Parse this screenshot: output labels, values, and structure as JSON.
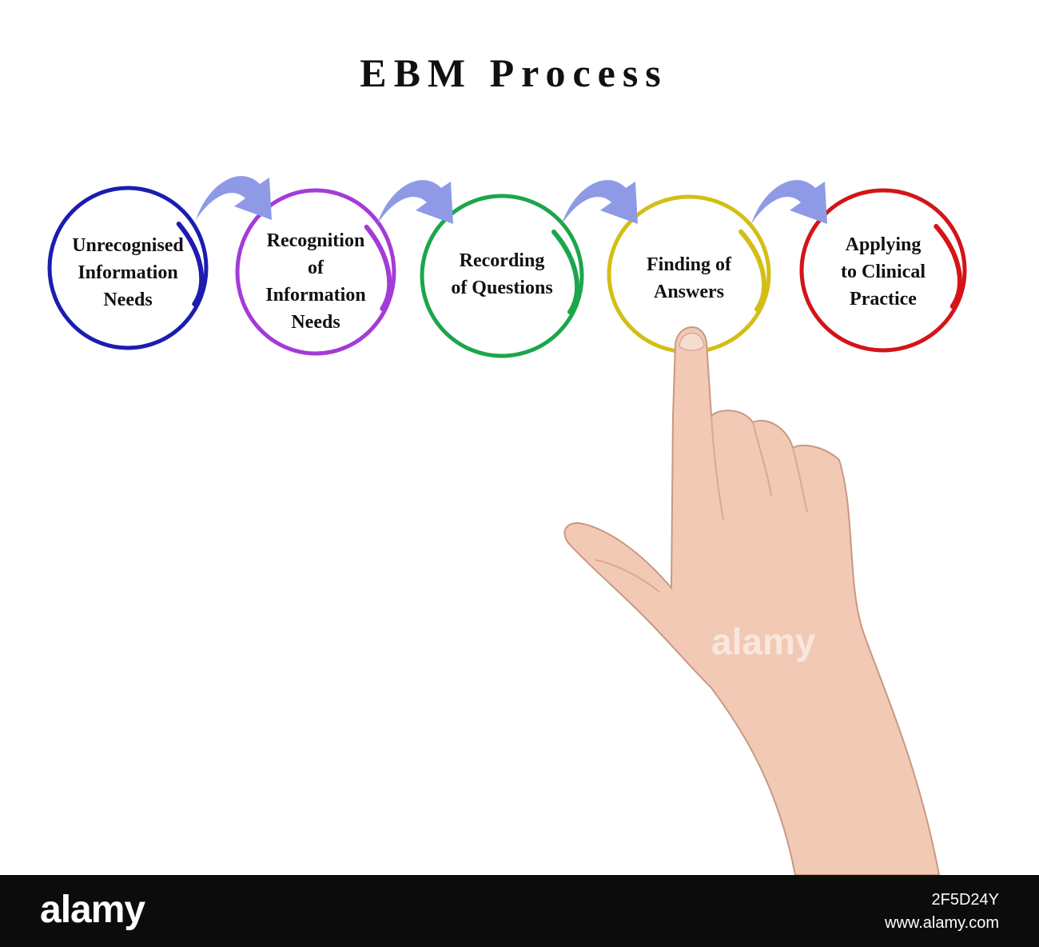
{
  "title": "EBM Process",
  "steps": [
    {
      "lines": [
        "Unrecognised",
        "Information",
        "Needs"
      ],
      "color": "#1c1cb0"
    },
    {
      "lines": [
        "Recognition",
        "of",
        "Information",
        "Needs"
      ],
      "color": "#a33bd8"
    },
    {
      "lines": [
        "Recording",
        "of Questions"
      ],
      "color": "#1ca64a"
    },
    {
      "lines": [
        "Finding of",
        "Answers"
      ],
      "color": "#d4be16"
    },
    {
      "lines": [
        "Applying",
        "to Clinical",
        "Practice"
      ],
      "color": "#d41418"
    }
  ],
  "arrow_color": "#8f9ae6",
  "skin_color": "#f1c9b4",
  "watermark": "alamy",
  "footer": {
    "logo": "alamy",
    "image_code": "2F5D24Y",
    "url": "www.alamy.com"
  }
}
